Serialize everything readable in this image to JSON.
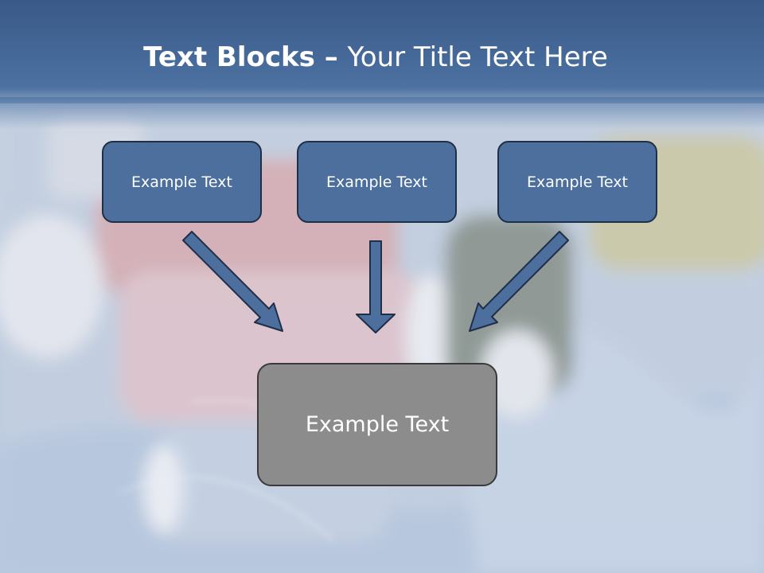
{
  "slide": {
    "title_bold": "Text Blocks",
    "title_dash": " – ",
    "title_rest": "Your Title Text Here"
  },
  "blocks": {
    "top": [
      "Example Text",
      "Example Text",
      "Example Text"
    ],
    "center": "Example Text"
  },
  "colors": {
    "title_band": "#3f6190",
    "box_fill": "#4c6f9e",
    "box_border": "#1e2f48",
    "center_fill": "#8c8c8c",
    "arrow_fill": "#4c6f9e"
  }
}
